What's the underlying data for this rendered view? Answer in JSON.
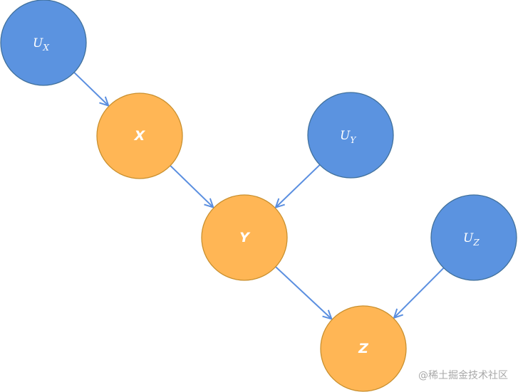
{
  "title": "Causal graph",
  "colors": {
    "exogenous_fill": "#5b93e0",
    "exogenous_stroke": "#41719c",
    "endogenous_fill": "#ffb655",
    "endogenous_stroke": "#c9902f",
    "edge": "#5b8fe0"
  },
  "nodes": [
    {
      "id": "UX",
      "base": "U",
      "sub": "X",
      "kind": "exogenous"
    },
    {
      "id": "X",
      "base": "X",
      "sub": "",
      "kind": "endogenous"
    },
    {
      "id": "UY",
      "base": "U",
      "sub": "Y",
      "kind": "exogenous"
    },
    {
      "id": "Y",
      "base": "Y",
      "sub": "",
      "kind": "endogenous"
    },
    {
      "id": "UZ",
      "base": "U",
      "sub": "Z",
      "kind": "exogenous"
    },
    {
      "id": "Z",
      "base": "Z",
      "sub": "",
      "kind": "endogenous"
    }
  ],
  "edges": [
    {
      "from": "UX",
      "to": "X"
    },
    {
      "from": "X",
      "to": "Y"
    },
    {
      "from": "UY",
      "to": "Y"
    },
    {
      "from": "Y",
      "to": "Z"
    },
    {
      "from": "UZ",
      "to": "Z"
    }
  ],
  "watermark": "@稀土掘金技术社区"
}
